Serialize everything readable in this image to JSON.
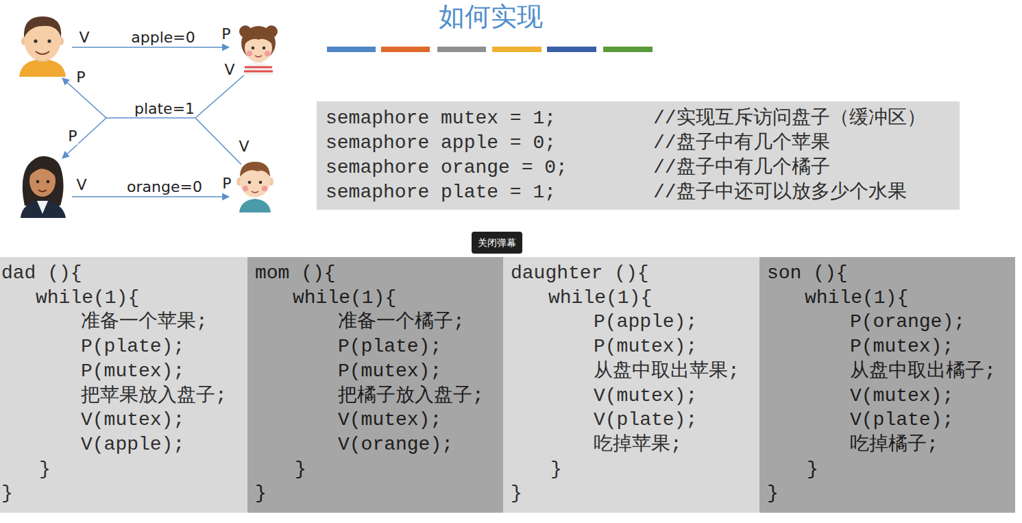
{
  "diagram": {
    "title": "如何实现",
    "nodes": [
      {
        "text": [
          "semaphore mutex = 1;",
          "//实现互斥访问盘子（缓冲区）",
          "semaphore apple = 0;",
          "//盘子中有几个苹果",
          "semaphore orange = 0;",
          "//盘子中有几个橘子",
          "semaphore plate = 1;",
          "//盘子中还可以放多少个水果"
        ]
      },
      {
        "text": [
          "dad (){",
          "while(1){",
          "准备一个苹果;",
          "P(plate);",
          "P(mutex);",
          "把苹果放入盘子;",
          "V(mutex);",
          "V(apple);",
          "}",
          "}"
        ]
      },
      {
        "text": [
          "mom (){",
          "while(1){",
          "准备一个橘子;",
          "P(plate);",
          "P(mutex);",
          "把橘子放入盘子;",
          "V(mutex);",
          "V(orange);",
          "}",
          "}"
        ]
      },
      {
        "text": [
          "daughter (){",
          "while(1){",
          "P(apple);",
          "P(mutex);",
          "从盘中取出苹果;",
          "V(mutex);",
          "V(plate);",
          "吃掉苹果;",
          "}",
          "}"
        ]
      },
      {
        "text": [
          "son (){",
          "while(1){",
          "P(orange);",
          "P(mutex);",
          "从盘中取出橘子;",
          "V(mutex);",
          "V(plate);",
          "吃掉橘子;",
          "}",
          "}"
        ]
      }
    ],
    "labels": [
      "V",
      "apple=0",
      "P",
      "P",
      "V",
      "plate=1",
      "P",
      "V",
      "V",
      "orange=0",
      "P",
      "关闭弹幕"
    ]
  }
}
